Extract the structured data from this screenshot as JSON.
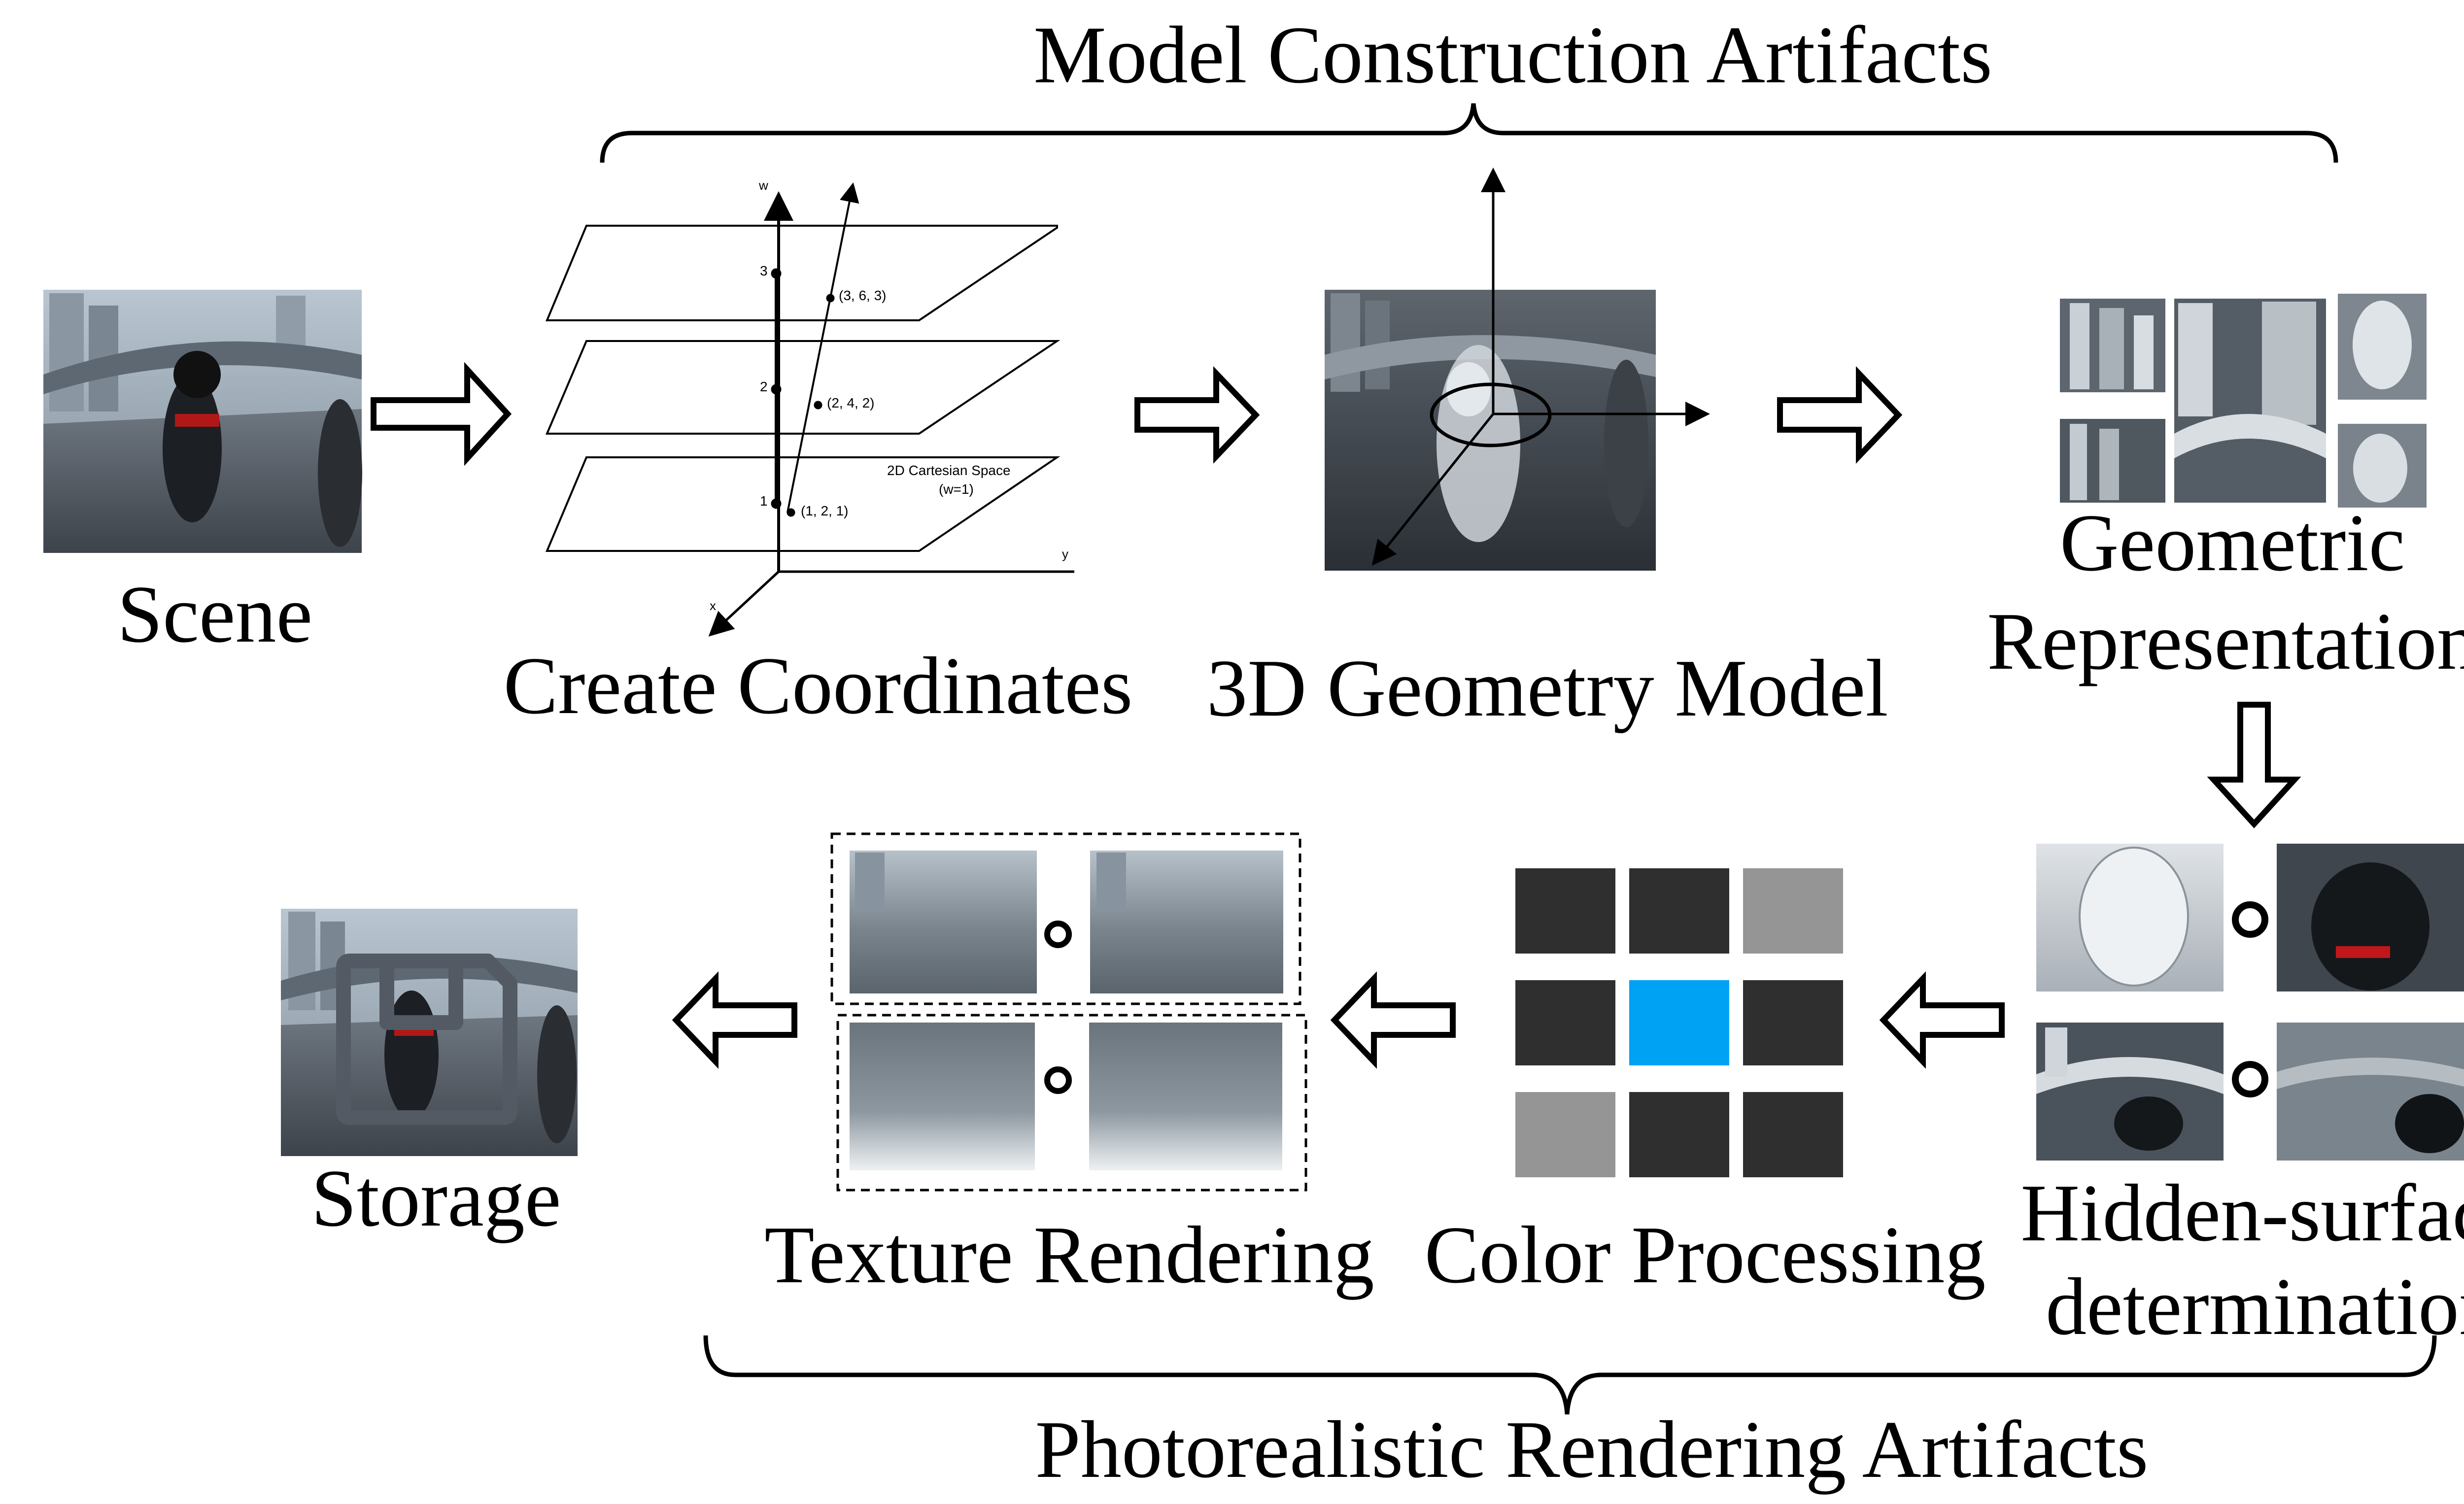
{
  "headings": {
    "top": "Model Construction Artifacts",
    "bottom": "Photorealistic Rendering Artifacts"
  },
  "nodes": {
    "scene": "Scene",
    "create_coordinates": "Create Coordinates",
    "geometry_model": "3D Geometry Model",
    "geometric_representation_1": "Geometric",
    "geometric_representation_2": "Representation",
    "hidden_surface_1": "Hidden-surface",
    "hidden_surface_2": "determination",
    "color_processing": "Color Processing",
    "texture_rendering": "Texture Rendering",
    "storage": "Storage"
  },
  "coordinate_diagram": {
    "w_axis": "w",
    "x_axis": "x",
    "y_axis": "y",
    "levels": [
      "1",
      "2",
      "3"
    ],
    "points": [
      "(1, 2, 1)",
      "(2, 4, 2)",
      "(3, 6, 3)"
    ],
    "plane_label_1": "2D Cartesian Space",
    "plane_label_2": "(w=1)"
  },
  "color_grid": {
    "dark": "#2f2f2f",
    "light": "#959595",
    "accent": "#00a2f3",
    "cells": [
      "dark",
      "dark",
      "light",
      "dark",
      "accent",
      "dark",
      "light",
      "dark",
      "dark"
    ]
  }
}
